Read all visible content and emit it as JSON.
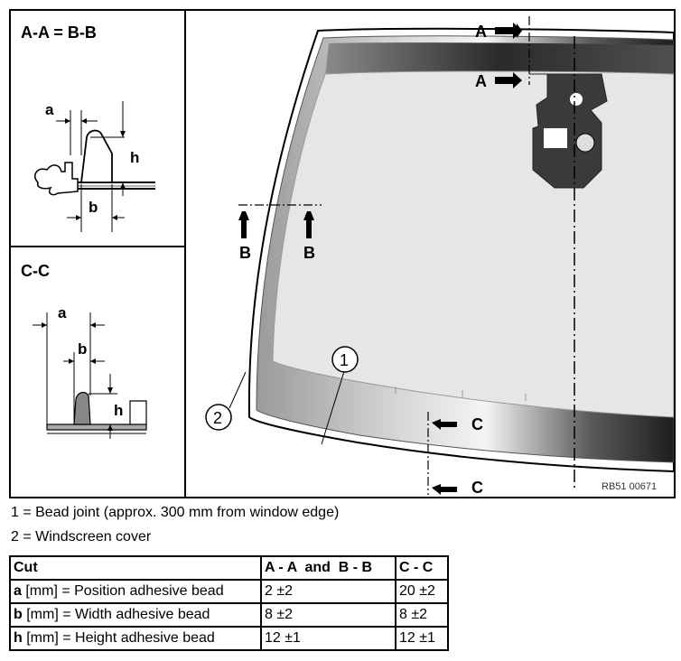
{
  "panel_aa": {
    "title": "A-A = B-B",
    "dim_a": "a",
    "dim_h": "h",
    "dim_b": "b"
  },
  "panel_cc": {
    "title": "C-C",
    "dim_a": "a",
    "dim_b": "b",
    "dim_h": "h"
  },
  "main": {
    "section_a_top": "A",
    "section_a_inner": "A",
    "section_b_left": "B",
    "section_b_right": "B",
    "section_c_top": "C",
    "section_c_bottom": "C",
    "callout_1": "1",
    "callout_2": "2",
    "figure_code": "RB51 00671"
  },
  "legend": {
    "item1": "1 = Bead joint (approx. 300 mm from window edge)",
    "item2": "2 = Windscreen cover"
  },
  "table": {
    "header": {
      "cut": "Cut",
      "ab": "A - A  and  B - B",
      "cc": "C - C"
    },
    "rows": [
      {
        "key": "a",
        "desc": " [mm] = Position adhesive bead",
        "ab": "2 ±2",
        "cc": "20 ±2"
      },
      {
        "key": "b",
        "desc": " [mm] = Width adhesive bead",
        "ab": "8 ±2",
        "cc": "8 ±2"
      },
      {
        "key": "h",
        "desc": " [mm] = Height adhesive bead",
        "ab": "12 ±1",
        "cc": "12 ±1"
      }
    ]
  },
  "colors": {
    "glass": "#e6e6e6",
    "frit_dark": "#3a3a3a",
    "frit_light": "#f2f2f2",
    "line": "#000000"
  }
}
